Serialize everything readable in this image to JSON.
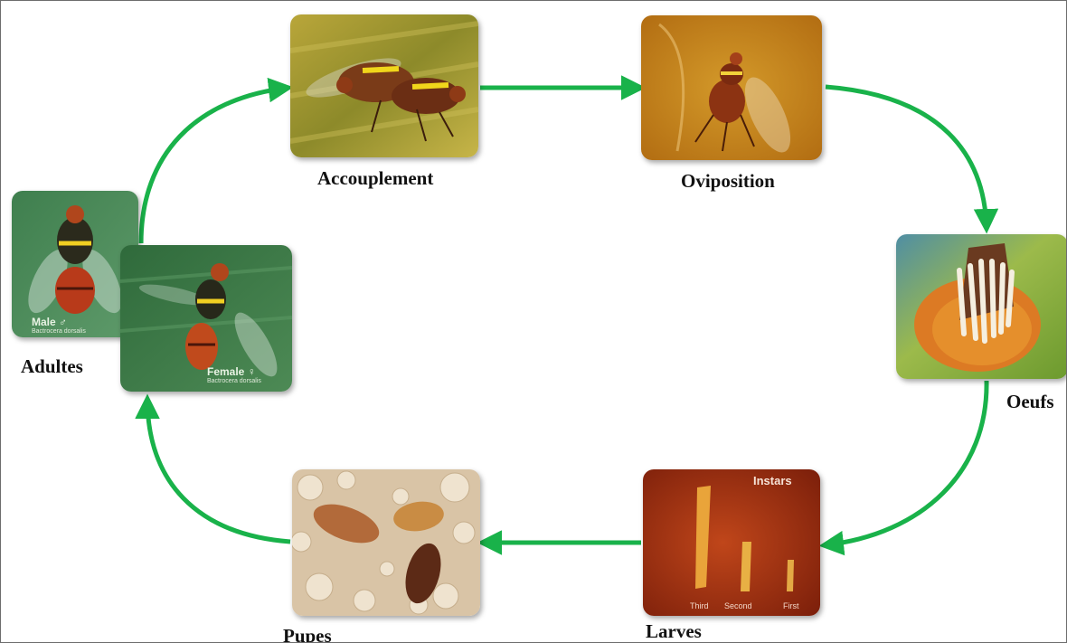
{
  "diagram": {
    "stages": {
      "accouplement": "Accouplement",
      "oviposition": "Oviposition",
      "oeufs": "Oeufs",
      "larves": "Larves",
      "pupes": "Pupes",
      "adultes": "Adultes"
    },
    "photo_text": {
      "male": "Male ♂",
      "female": "Female ♀",
      "species": "Bactrocera dorsalis",
      "instars": "Instars",
      "third": "Third",
      "second": "Second",
      "first": "First"
    },
    "arrow_color": "#19b24a"
  }
}
